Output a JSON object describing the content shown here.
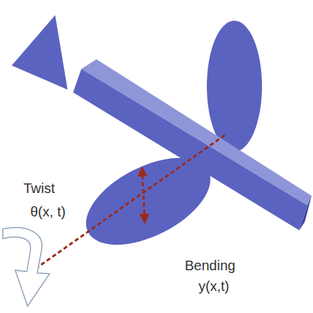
{
  "diagram": {
    "labels": [
      "Twist",
      "θ(x, t)",
      "Bending",
      "y(x,t)"
    ]
  }
}
